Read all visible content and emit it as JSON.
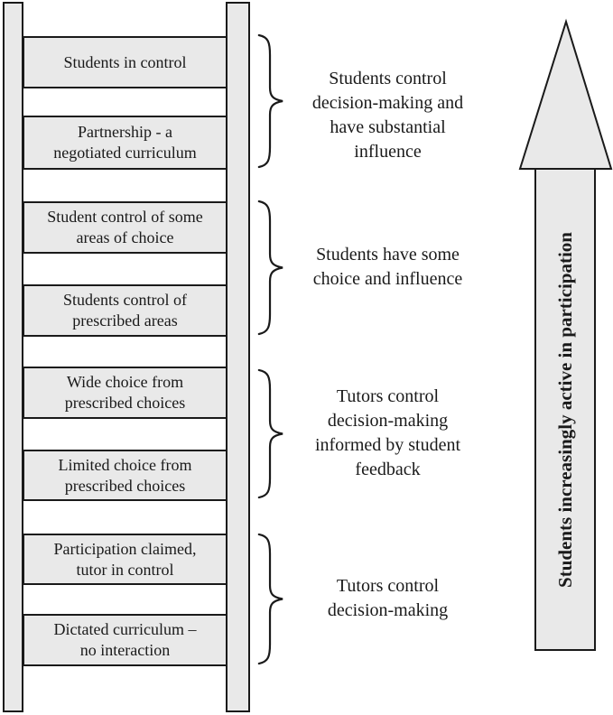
{
  "ladder": {
    "rungs": [
      {
        "label": "Students in control"
      },
      {
        "label": "Partnership - a\nnegotiated curriculum"
      },
      {
        "label": "Student control of some\nareas of choice"
      },
      {
        "label": "Students control of\nprescribed areas"
      },
      {
        "label": "Wide choice from\nprescribed choices"
      },
      {
        "label": "Limited choice from\nprescribed choices"
      },
      {
        "label": "Participation claimed,\ntutor in control"
      },
      {
        "label": "Dictated curriculum –\nno interaction"
      }
    ]
  },
  "groups": [
    {
      "description": "Students control\ndecision-making and\nhave substantial\ninfluence"
    },
    {
      "description": "Students have some\nchoice and influence"
    },
    {
      "description": "Tutors control\ndecision-making\ninformed by student\nfeedback"
    },
    {
      "description": "Tutors control\ndecision-making"
    }
  ],
  "arrow": {
    "label": "Students increasingly active in participation"
  },
  "icons": {
    "brace": "curly-brace",
    "arrow": "up-arrow"
  },
  "colors": {
    "fill": "#e9e9e9",
    "stroke": "#1a1a1a",
    "background": "#ffffff",
    "text": "#1a1a1a"
  }
}
